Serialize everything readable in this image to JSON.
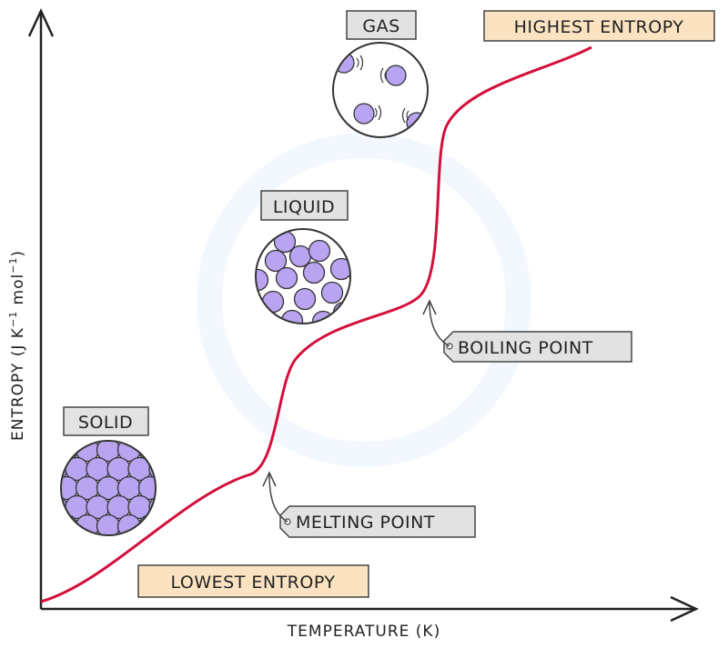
{
  "axes": {
    "x_label": "TEMPERATURE (K)",
    "y_label_main": "ENTROPY (J K",
    "y_label_exp1": "−1",
    "y_label_mid": " mol",
    "y_label_exp2": "−1",
    "y_label_end": ")"
  },
  "states": {
    "solid": "SOLID",
    "liquid": "LIQUID",
    "gas": "GAS"
  },
  "annotations": {
    "highest": "HIGHEST ENTROPY",
    "lowest": "LOWEST ENTROPY",
    "melting": "MELTING POINT",
    "boiling": "BOILING POINT"
  },
  "colors": {
    "curve": "#d3103c",
    "particle": "#b9a4f2",
    "state_box": "#e2e2e2",
    "entropy_box": "#fbe3c2"
  }
}
